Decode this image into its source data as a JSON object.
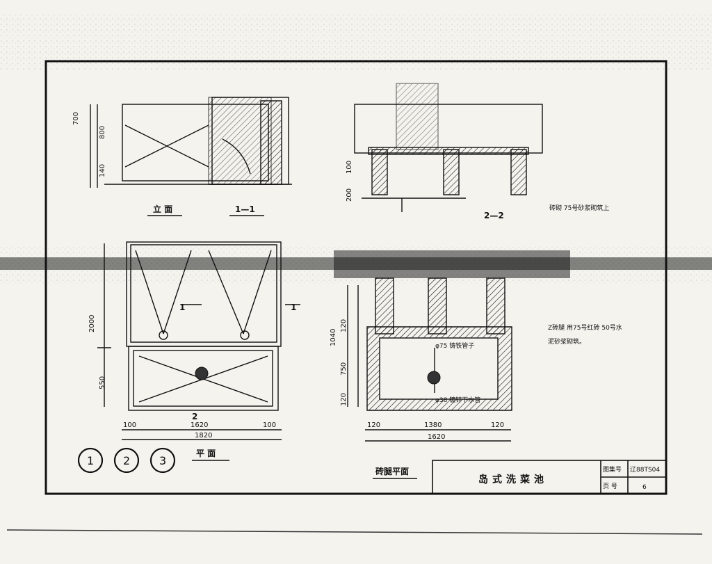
{
  "views": {
    "elevation_title": "立 面",
    "section_1_title": "1—1",
    "section_2_title": "2—2",
    "plan_title": "平 面",
    "foot_plan_title": "砖腿平面",
    "section_mark_1": "1",
    "section_mark_2": "2"
  },
  "dims": {
    "plan_total_width": "1820",
    "plan_inner_width": "1620",
    "plan_left_offset": "100",
    "plan_right_offset": "100",
    "plan_height_upper": "2000",
    "plan_height_lower": "550",
    "foot_total_width": "1620",
    "foot_inner_width": "1380",
    "foot_left_wall": "120",
    "foot_right_wall": "120",
    "foot_height_total": "1040",
    "foot_height_a": "120",
    "foot_height_b": "750",
    "foot_height_c": "120",
    "elev_height_a": "700",
    "elev_height_b": "800",
    "elev_height_c": "140",
    "sect_height_a": "100",
    "sect_height_b": "200"
  },
  "notes": {
    "waste_pipe": "φ75 铸铁管子",
    "drain_pipe": "φ38 镀锌下水管",
    "brick_note_line1": "Z砖腿 用75号红砖 50号水",
    "brick_note_line2": "泥砂浆砌筑。",
    "section_note": "砖砌 75号砂浆砌筑上"
  },
  "figure_indices": [
    "1",
    "2",
    "3"
  ],
  "title_block": {
    "drawing_name": "岛式洗菜池",
    "atlas_label": "图集号",
    "atlas_value": "辽88TS04",
    "page_label": "页 号",
    "page_value": "6"
  }
}
